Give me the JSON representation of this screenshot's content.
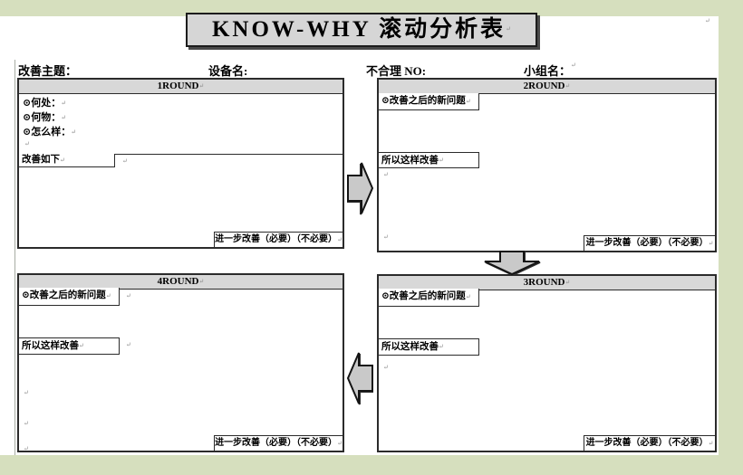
{
  "marks": {
    "pilcrow": "↵"
  },
  "title_box": {
    "text": "KNOW-WHY 滚动分析表"
  },
  "fields": {
    "topic": "改善主题：",
    "equipment": "设备名:",
    "unreasonable_no": "不合理 NO:",
    "group_name": "小组名："
  },
  "rounds": {
    "r1": {
      "title": "1ROUND",
      "where": "⊙何处：",
      "what": "⊙何物：",
      "how": "⊙怎么样：",
      "improve": "改善如下",
      "further": "进一步改善（必要）（不必要）"
    },
    "r2": {
      "title": "2ROUND",
      "new_problem": "⊙改善之后的新问题",
      "so_improve": "所以这样改善",
      "further": "进一步改善（必要）（不必要）"
    },
    "r3": {
      "title": "3ROUND",
      "new_problem": "⊙改善之后的新问题",
      "so_improve": "所以这样改善",
      "further": "进一步改善（必要）（不必要）"
    },
    "r4": {
      "title": "4ROUND",
      "new_problem": "⊙改善之后的新问题",
      "so_improve": "所以这样改善",
      "further": "进一步改善（必要）（不必要）"
    }
  },
  "colors": {
    "canvas_background": "#d6dfbe",
    "page_background": "#ffffff",
    "header_fill": "#d8d8d8",
    "title_fill": "#d6d6d6",
    "arrow_fill": "#c9c9c9",
    "border": "#2b2b2b"
  }
}
